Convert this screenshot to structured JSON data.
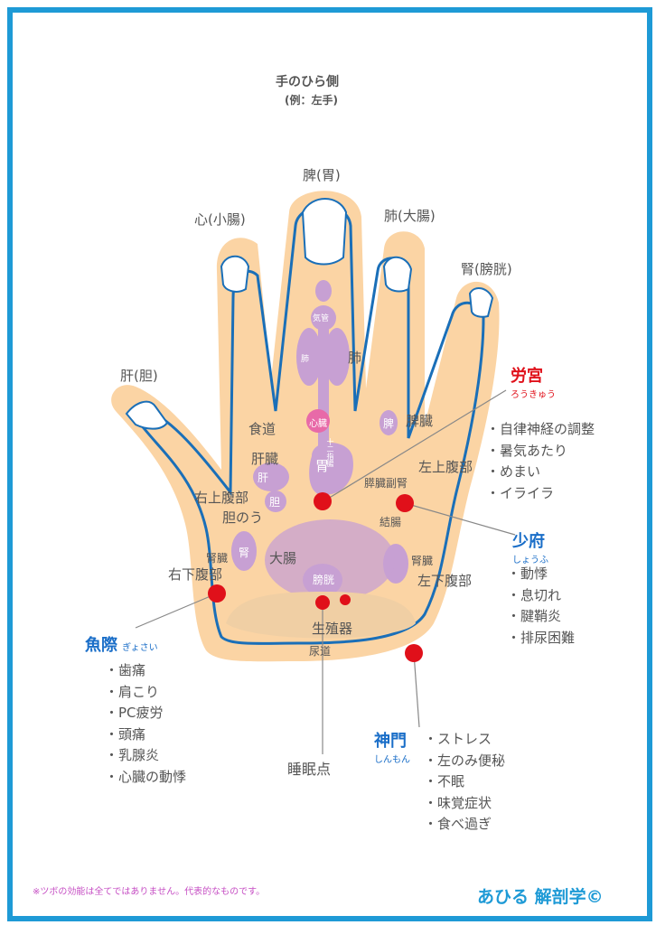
{
  "header": {
    "title": "手のひら側",
    "subtitle": "(例：左手)"
  },
  "fingers": {
    "thumb": "肝(胆)",
    "index": "心(小腸)",
    "middle": "脾(胃)",
    "ring": "肺(大腸)",
    "little": "腎(膀胱)"
  },
  "organs": {
    "lung": "肺",
    "lung_small": "肺",
    "trachea": "気管",
    "heart": "心臓",
    "esophagus": "食道",
    "liver": "肝臓",
    "liver_small": "肝",
    "stomach": "胃",
    "duodenum": "十二指腸",
    "gallbladder": "胆のう",
    "gallbladder_small": "胆",
    "spleen": "脾臓",
    "spleen_small": "脾",
    "pancreas": "膵臓副腎",
    "left_upper_abdomen": "左上腹部",
    "right_upper_abdomen": "右上腹部",
    "colon": "結腸",
    "kidney_left": "腎臓",
    "kidney_right": "腎臓",
    "kidney_small": "腎",
    "large_intestine": "大腸",
    "right_lower_abdomen": "右下腹部",
    "left_lower_abdomen": "左下腹部",
    "bladder": "膀胱",
    "genitals": "生殖器",
    "urethra": "尿道",
    "sleep_point": "睡眠点"
  },
  "points": {
    "roukyu": {
      "name": "労宮",
      "reading": "ろうきゅう",
      "color": "#e0101a",
      "effects": [
        "自律神経の調整",
        "暑気あたり",
        "めまい",
        "イライラ"
      ]
    },
    "shofu": {
      "name": "少府",
      "reading": "しょうふ",
      "color": "#1a6ec8",
      "effects": [
        "動悸",
        "息切れ",
        "腱鞘炎",
        "排尿困難"
      ]
    },
    "gyosai": {
      "name": "魚際",
      "reading": "ぎょさい",
      "color": "#1a6ec8",
      "effects": [
        "歯痛",
        "肩こり",
        "PC疲労",
        "頭痛",
        "乳腺炎",
        "心臓の動悸"
      ]
    },
    "shinmon": {
      "name": "神門",
      "reading": "しんもん",
      "color": "#1a6ec8",
      "effects": [
        "ストレス",
        "左のみ便秘",
        "不眠",
        "味覚症状",
        "食べ過ぎ"
      ]
    }
  },
  "footer": {
    "note": "※ツボの効能は全てではありません。代表的なものです。",
    "brand": "あひる 解剖学©"
  },
  "colors": {
    "frame": "#1e9ad6",
    "hand_fill": "#fbd4a4",
    "hand_outline": "#1a6fb8",
    "organ": "#c7a0d3",
    "point": "#e0101a"
  }
}
